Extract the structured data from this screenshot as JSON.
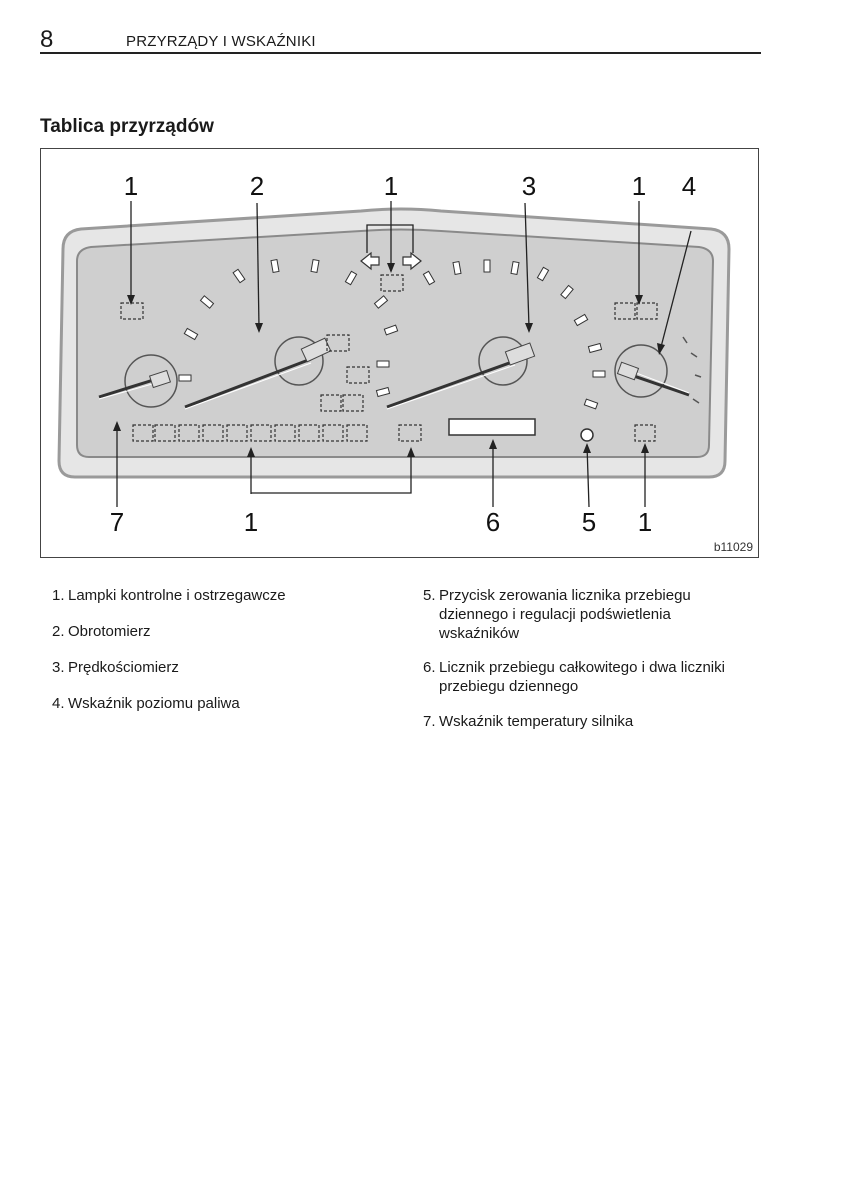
{
  "header": {
    "page_number": "8",
    "section": "PRZYRZĄDY I WSKAŹNIKI"
  },
  "title": "Tablica przyrządów",
  "figure": {
    "callouts_top": [
      "1",
      "2",
      "1",
      "3",
      "1",
      "4"
    ],
    "callouts_bottom": [
      "7",
      "1",
      "6",
      "5",
      "1"
    ],
    "figure_code": "b11029"
  },
  "legend": [
    {
      "num": "1.",
      "text": "Lampki kontrolne i ostrzegawcze"
    },
    {
      "num": "2.",
      "text": "Obrotomierz"
    },
    {
      "num": "3.",
      "text": "Prędkościomierz"
    },
    {
      "num": "4.",
      "text": "Wskaźnik poziomu paliwa"
    },
    {
      "num": "5.",
      "text": "Przycisk zerowania licznika przebiegu dziennego i regulacji podświetlenia wskaźników"
    },
    {
      "num": "6.",
      "text": "Licznik przebiegu całkowitego i dwa liczniki przebiegu dziennego"
    },
    {
      "num": "7.",
      "text": "Wskaźnik temperatury silnika"
    }
  ]
}
